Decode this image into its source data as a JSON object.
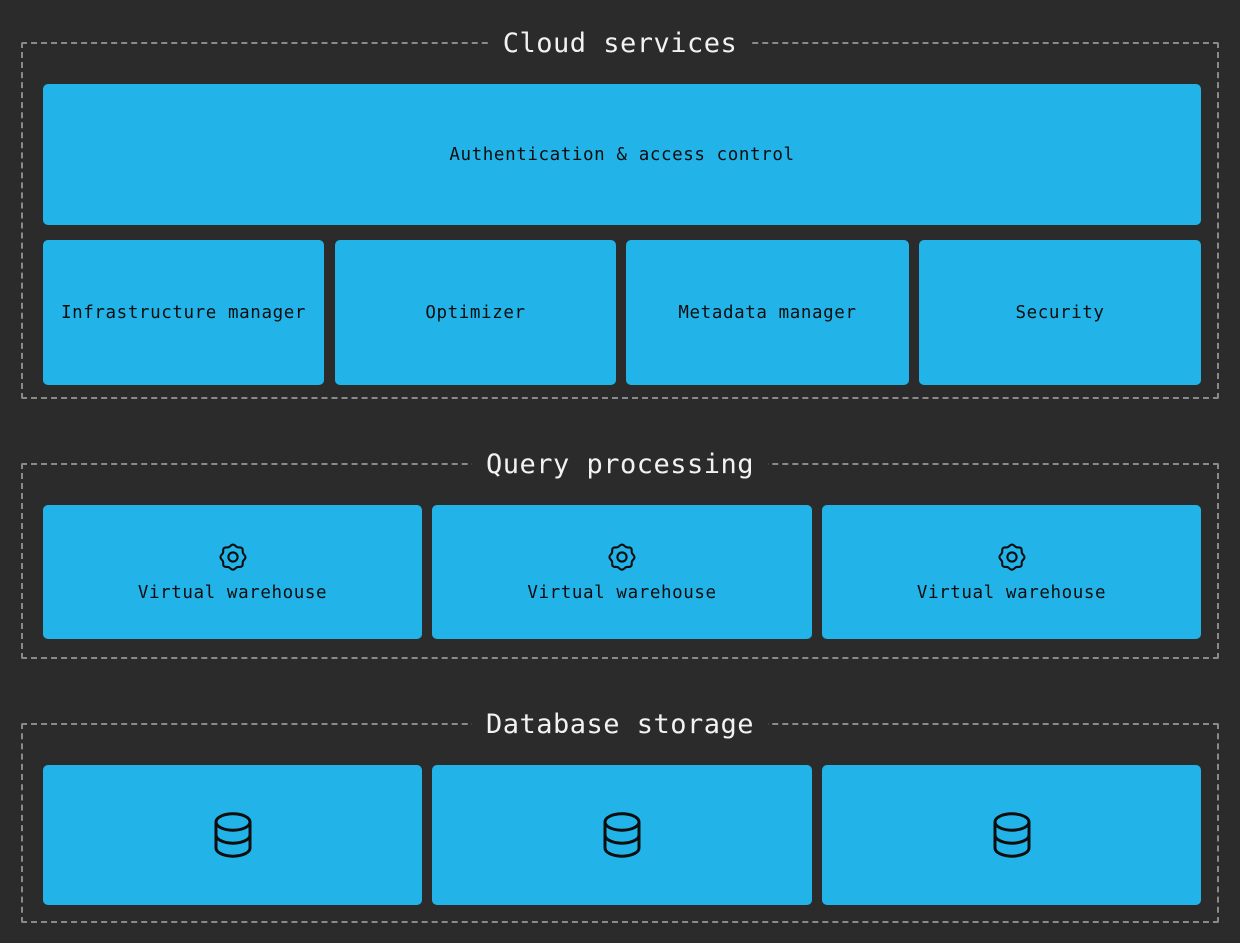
{
  "theme": {
    "background": "#2b2b2b",
    "node_fill": "#22b4e9",
    "node_text": "#0d0d0d",
    "cluster_border": "#8a8a8a",
    "cluster_title_text": "#f2f2f2"
  },
  "diagram": {
    "type": "architecture",
    "clusters": [
      {
        "id": "cloud-services",
        "title": "Cloud services",
        "nodes": [
          {
            "id": "auth",
            "label": "Authentication & access control",
            "icon": ""
          },
          {
            "id": "infra",
            "label": "Infrastructure manager",
            "icon": ""
          },
          {
            "id": "optimizer",
            "label": "Optimizer",
            "icon": ""
          },
          {
            "id": "metadata",
            "label": "Metadata manager",
            "icon": ""
          },
          {
            "id": "security",
            "label": "Security",
            "icon": ""
          }
        ]
      },
      {
        "id": "query-processing",
        "title": "Query processing",
        "nodes": [
          {
            "id": "vw-1",
            "label": "Virtual warehouse",
            "icon": "gear-icon"
          },
          {
            "id": "vw-2",
            "label": "Virtual warehouse",
            "icon": "gear-icon"
          },
          {
            "id": "vw-3",
            "label": "Virtual warehouse",
            "icon": "gear-icon"
          }
        ]
      },
      {
        "id": "database-storage",
        "title": "Database storage",
        "nodes": [
          {
            "id": "db-1",
            "label": "",
            "icon": "database-icon"
          },
          {
            "id": "db-2",
            "label": "",
            "icon": "database-icon"
          },
          {
            "id": "db-3",
            "label": "",
            "icon": "database-icon"
          }
        ]
      }
    ]
  }
}
